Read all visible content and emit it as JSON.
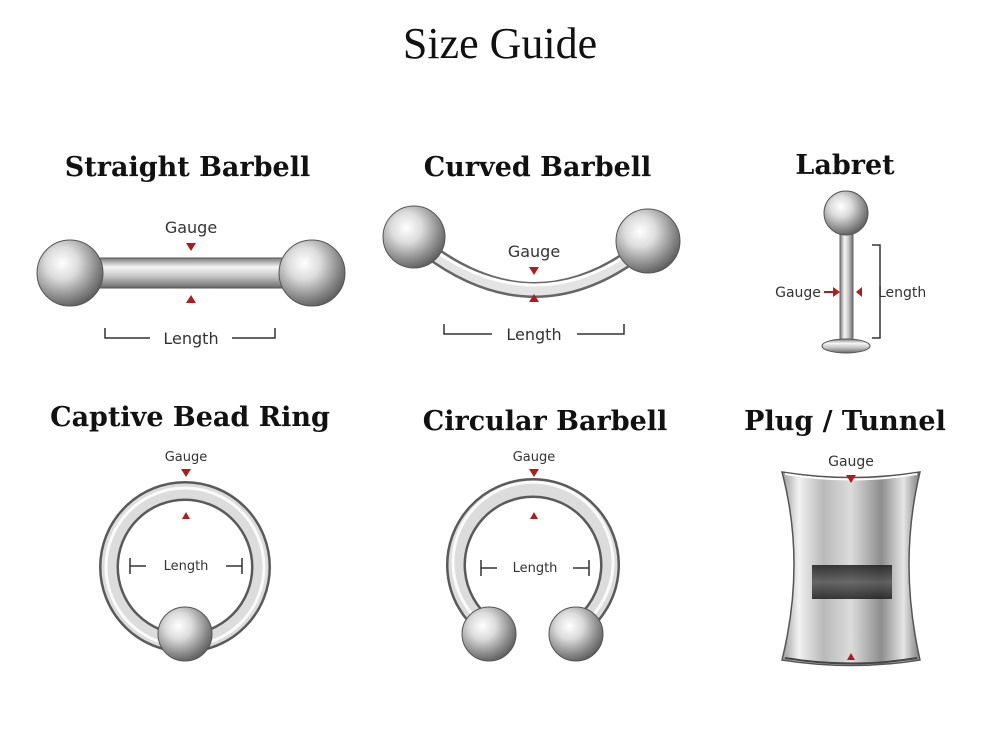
{
  "title": "Size Guide",
  "labels": {
    "gauge": "Gauge",
    "length": "Length"
  },
  "colors": {
    "marker": "#b01c1c",
    "dimension_line": "#333333",
    "metal_light": "#f4f4f4",
    "metal_dark": "#6e6e6e"
  },
  "items": [
    {
      "name": "Straight Barbell"
    },
    {
      "name": "Curved Barbell"
    },
    {
      "name": "Labret"
    },
    {
      "name": "Captive Bead Ring"
    },
    {
      "name": "Circular Barbell"
    },
    {
      "name": "Plug / Tunnel"
    }
  ]
}
